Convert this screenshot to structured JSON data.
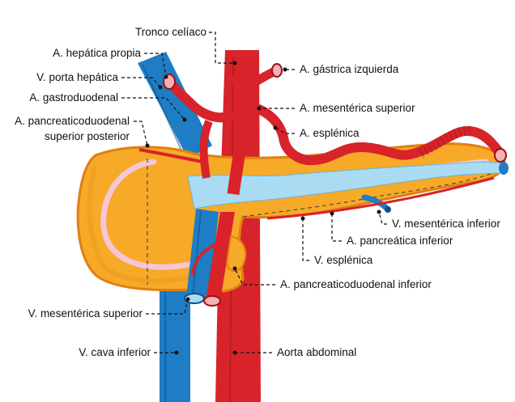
{
  "labels": {
    "tronco_celiaco": "Tronco celíaco",
    "hepatica_propia": "A. hepática propia",
    "porta_hepatica": "V. porta hepática",
    "gastroduodenal": "A. gastroduodenal",
    "pancreaticoduodenal_sup_1": "A. pancreaticoduodenal",
    "pancreaticoduodenal_sup_2": "superior posterior",
    "gastrica_izquierda": "A. gástrica izquierda",
    "mesenterica_superior_a": "A. mesentérica superior",
    "esplenica_a": "A. esplénica",
    "mesenterica_inferior_v": "V. mesentérica inferior",
    "pancreatica_inferior": "A. pancreática inferior",
    "esplenica_v": "V. esplénica",
    "pancreaticoduodenal_inf": "A. pancreaticoduodenal inferior",
    "mesenterica_superior_v": "V. mesentérica superior",
    "cava_inferior": "V. cava inferior",
    "aorta_abdominal": "Aorta abdominal"
  },
  "colors": {
    "pancreas": "#f7a928",
    "pancreas_outline": "#e07f12",
    "duct": "#f6c6d6",
    "artery": "#d8232a",
    "artery_dark": "#9b1117",
    "vein": "#1e7dc5",
    "vein_dark": "#0d4f86",
    "vein_light": "#a9dcf2"
  }
}
